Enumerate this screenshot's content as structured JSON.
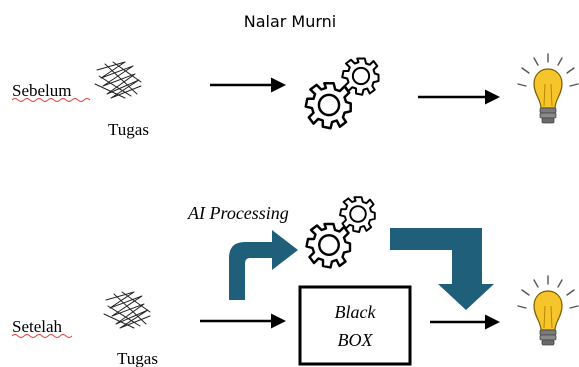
{
  "title": "Nalar Murni",
  "row_before": {
    "label": "Sebelum",
    "task_label": "Tugas"
  },
  "row_after": {
    "label": "Setelah",
    "task_label": "Tugas",
    "ai_label": "AI Processing",
    "box_line1": "Black",
    "box_line2": "BOX"
  },
  "colors": {
    "blue_arrow": "#1f5f7a",
    "bulb_fill": "#f6c52b",
    "bulb_base": "#7a7a7a",
    "ink": "#000000",
    "squiggle": "#e0413a"
  },
  "icons": [
    "scribble-icon",
    "gears-icon",
    "lightbulb-icon",
    "arrow-icon"
  ]
}
